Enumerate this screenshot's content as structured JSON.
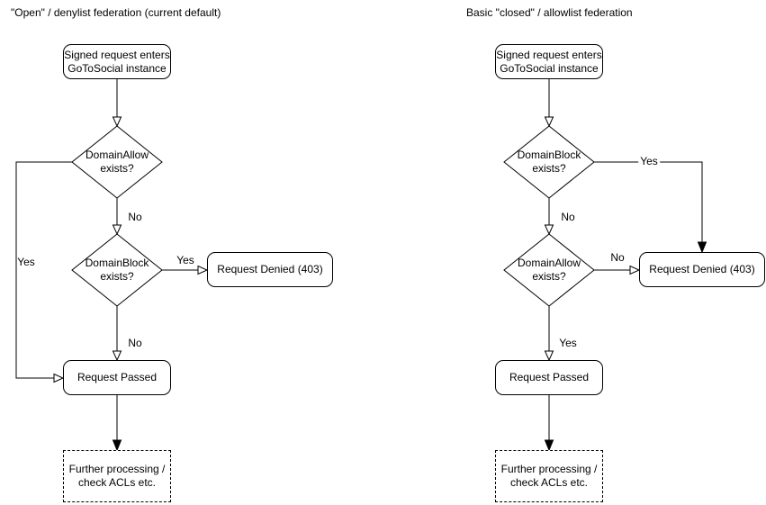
{
  "charts": {
    "left": {
      "title": "\"Open\" / denylist federation (current default)",
      "start": "Signed request enters\nGoToSocial instance",
      "decision1": "DomainAllow\nexists?",
      "decision2": "DomainBlock\nexists?",
      "denied": "Request Denied (403)",
      "passed": "Request Passed",
      "further": "Further processing /\ncheck ACLs etc.",
      "labels": {
        "d1_yes": "Yes",
        "d1_no": "No",
        "d2_yes": "Yes",
        "d2_no": "No"
      }
    },
    "right": {
      "title": "Basic \"closed\" / allowlist federation",
      "start": "Signed request enters\nGoToSocial instance",
      "decision1": "DomainBlock\nexists?",
      "decision2": "DomainAllow\nexists?",
      "denied": "Request Denied (403)",
      "passed": "Request Passed",
      "further": "Further processing /\ncheck ACLs etc.",
      "labels": {
        "d1_yes": "Yes",
        "d1_no": "No",
        "d2_no": "No",
        "d2_yes": "Yes"
      }
    }
  },
  "colors": {
    "stroke": "#000000",
    "background": "#ffffff"
  }
}
